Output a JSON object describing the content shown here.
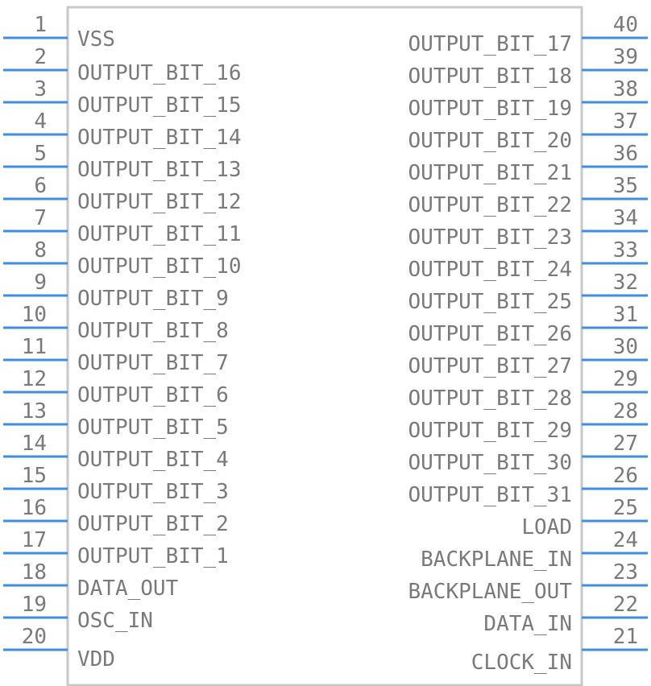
{
  "colors": {
    "pin": "#3d8ee8",
    "body_stroke": "#c8c8c8",
    "text": "#7a7a7a"
  },
  "left_pins": [
    {
      "number": "1",
      "name": "VSS"
    },
    {
      "number": "2",
      "name": "OUTPUT_BIT_16"
    },
    {
      "number": "3",
      "name": "OUTPUT_BIT_15"
    },
    {
      "number": "4",
      "name": "OUTPUT_BIT_14"
    },
    {
      "number": "5",
      "name": "OUTPUT_BIT_13"
    },
    {
      "number": "6",
      "name": "OUTPUT_BIT_12"
    },
    {
      "number": "7",
      "name": "OUTPUT_BIT_11"
    },
    {
      "number": "8",
      "name": "OUTPUT_BIT_10"
    },
    {
      "number": "9",
      "name": "OUTPUT_BIT_9"
    },
    {
      "number": "10",
      "name": "OUTPUT_BIT_8"
    },
    {
      "number": "11",
      "name": "OUTPUT_BIT_7"
    },
    {
      "number": "12",
      "name": "OUTPUT_BIT_6"
    },
    {
      "number": "13",
      "name": "OUTPUT_BIT_5"
    },
    {
      "number": "14",
      "name": "OUTPUT_BIT_4"
    },
    {
      "number": "15",
      "name": "OUTPUT_BIT_3"
    },
    {
      "number": "16",
      "name": "OUTPUT_BIT_2"
    },
    {
      "number": "17",
      "name": "OUTPUT_BIT_1"
    },
    {
      "number": "18",
      "name": "DATA_OUT"
    },
    {
      "number": "19",
      "name": "OSC_IN"
    },
    {
      "number": "20",
      "name": "VDD"
    }
  ],
  "right_pins": [
    {
      "number": "40",
      "name": "OUTPUT_BIT_17"
    },
    {
      "number": "39",
      "name": "OUTPUT_BIT_18"
    },
    {
      "number": "38",
      "name": "OUTPUT_BIT_19"
    },
    {
      "number": "37",
      "name": "OUTPUT_BIT_20"
    },
    {
      "number": "36",
      "name": "OUTPUT_BIT_21"
    },
    {
      "number": "35",
      "name": "OUTPUT_BIT_22"
    },
    {
      "number": "34",
      "name": "OUTPUT_BIT_23"
    },
    {
      "number": "33",
      "name": "OUTPUT_BIT_24"
    },
    {
      "number": "32",
      "name": "OUTPUT_BIT_25"
    },
    {
      "number": "31",
      "name": "OUTPUT_BIT_26"
    },
    {
      "number": "30",
      "name": "OUTPUT_BIT_27"
    },
    {
      "number": "29",
      "name": "OUTPUT_BIT_28"
    },
    {
      "number": "28",
      "name": "OUTPUT_BIT_29"
    },
    {
      "number": "27",
      "name": "OUTPUT_BIT_30"
    },
    {
      "number": "26",
      "name": "OUTPUT_BIT_31"
    },
    {
      "number": "25",
      "name": "LOAD"
    },
    {
      "number": "24",
      "name": "BACKPLANE_IN"
    },
    {
      "number": "23",
      "name": "BACKPLANE_OUT"
    },
    {
      "number": "22",
      "name": "DATA_IN"
    },
    {
      "number": "21",
      "name": "CLOCK_IN"
    }
  ]
}
